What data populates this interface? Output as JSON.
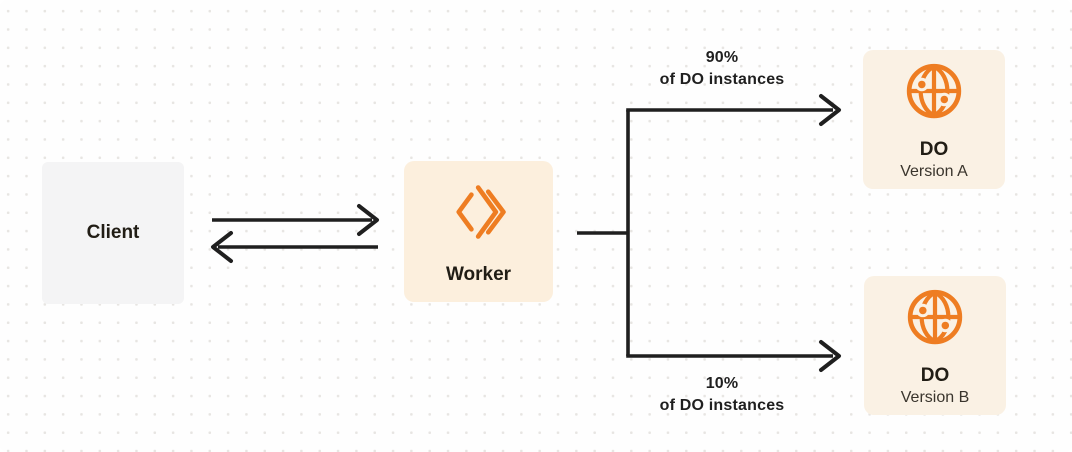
{
  "diagram": {
    "nodes": {
      "client": {
        "label": "Client"
      },
      "worker": {
        "label": "Worker",
        "icon": "workers-chevrons-icon"
      },
      "do_version_a": {
        "title": "DO",
        "subtitle": "Version A",
        "icon": "globe-icon"
      },
      "do_version_b": {
        "title": "DO",
        "subtitle": "Version B",
        "icon": "globe-icon"
      }
    },
    "edges": {
      "client_worker": {
        "style": "bidirectional-arrows"
      },
      "worker_to_do_a": {
        "percent": "90%",
        "caption": "of DO instances"
      },
      "worker_to_do_b": {
        "percent": "10%",
        "caption": "of DO instances"
      }
    },
    "colors": {
      "accent_orange": "#ee7d22",
      "connector_dark": "#1f1f1f",
      "client_box_bg": "#f4f4f5",
      "worker_box_bg": "#fcefdd",
      "do_box_bg": "#faf1e4",
      "canvas_bg": "#fefefe",
      "dot_grid": "#e7e5e2",
      "title_text": "#211d15",
      "subtitle_text": "#3a352d"
    }
  }
}
